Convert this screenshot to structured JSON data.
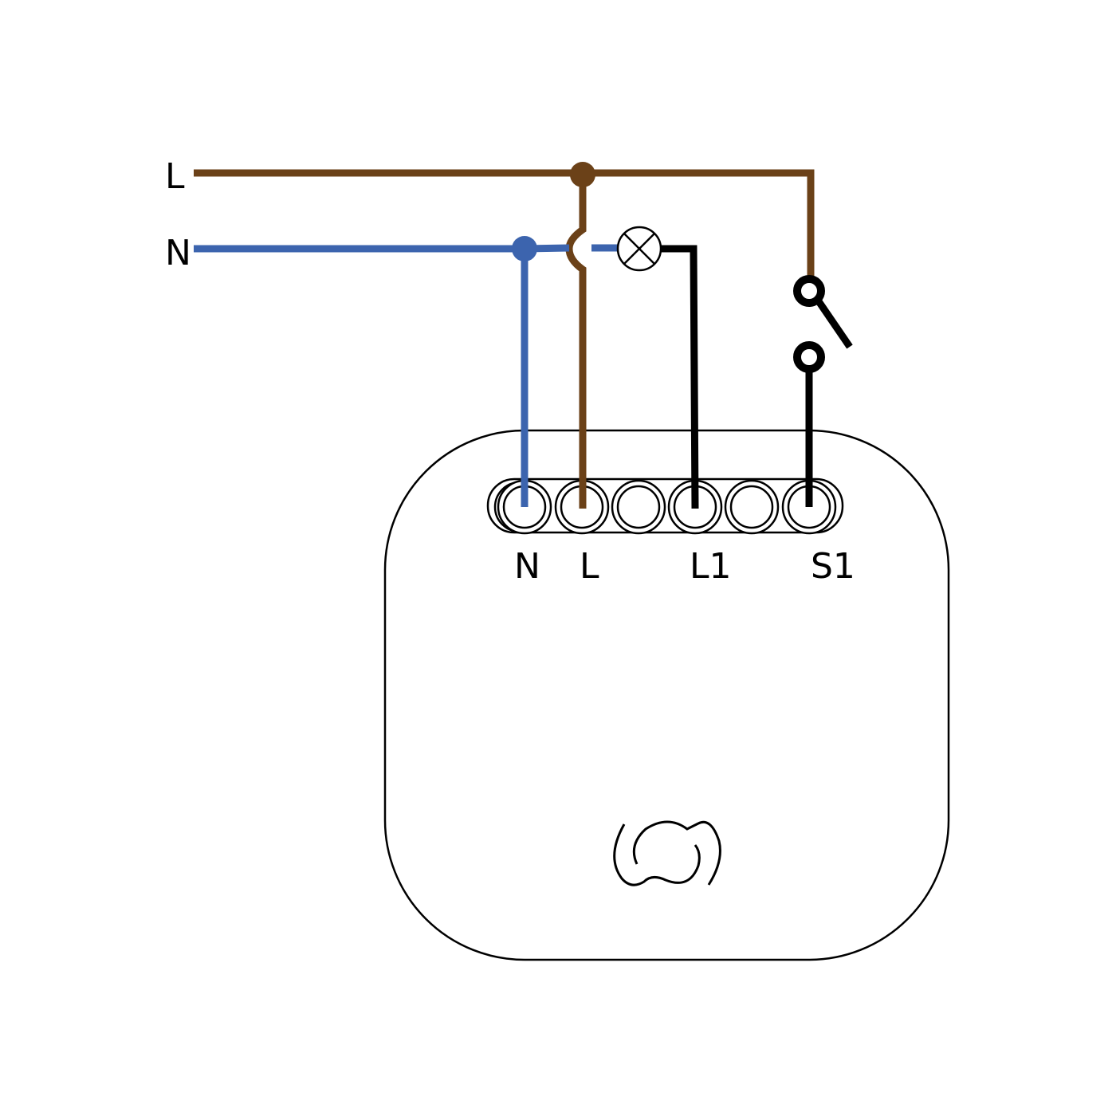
{
  "colors": {
    "live": "#6b4118",
    "neutral": "#3c64ae",
    "switched": "#000000",
    "outline": "#000000"
  },
  "mains_labels": {
    "live": "L",
    "neutral": "N"
  },
  "terminal_labels": {
    "n": "N",
    "l": "L",
    "l1": "L1",
    "s1": "S1"
  },
  "components": {
    "lamp": "lamp-icon",
    "switch": "switch-icon",
    "logo": "device-logo"
  }
}
